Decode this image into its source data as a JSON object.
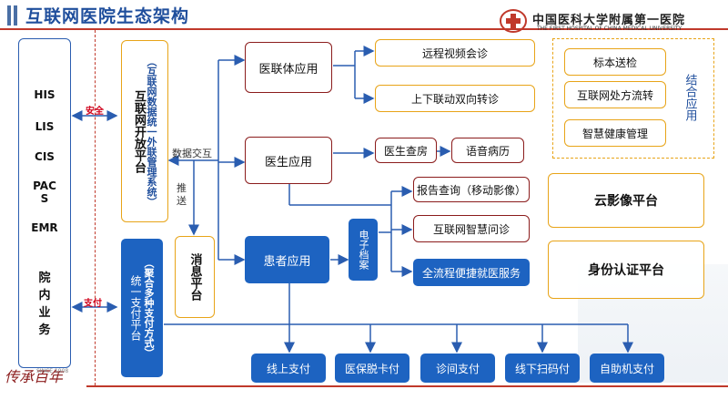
{
  "header": {
    "title": "互联网医院生态架构",
    "hospital_cn": "中国医科大学附属第一医院",
    "hospital_en": "THE FIRST HOSPITAL OF CHINA MEDICAL UNIVERSITY"
  },
  "systems": {
    "items": [
      "HIS",
      "LIS",
      "CIS",
      "PAC\nS",
      "EMR"
    ],
    "footer": "院\n内\n业\n务"
  },
  "links": {
    "security": "安全",
    "payment": "支付",
    "data_exchange": "数据交互",
    "push": "推\n送"
  },
  "platforms": {
    "open_title": "互联网开放平台",
    "open_sub": "（互联网数据统一外联管理系统）",
    "message": "消息平台",
    "pay_title": "统一支付平台",
    "pay_sub": "（聚合多种支付方式）"
  },
  "apps": {
    "medical_union": "医联体应用",
    "doctor": "医生应用",
    "patient": "患者应用",
    "ehr": "电子档案"
  },
  "services": {
    "remote_video": "远程视频会诊",
    "referral": "上下联动双向转诊",
    "ward_round": "医生查房",
    "voice_record": "语音病历",
    "report_query": "报告查询（移动影像）",
    "online_consult": "互联网智慧问诊",
    "full_process": "全流程便捷就医服务"
  },
  "combined": {
    "label": "结合应用",
    "items": [
      "标本送检",
      "互联网处方流转",
      "智慧健康管理"
    ]
  },
  "platform_cards": {
    "cloud_image": "云影像平台",
    "identity": "身份认证平台"
  },
  "payments": [
    "线上支付",
    "医保脱卡付",
    "诊间支付",
    "线下扫码付",
    "自助机支付"
  ],
  "footer": {
    "signature": "传承百年",
    "since": "SINCE 1908"
  }
}
